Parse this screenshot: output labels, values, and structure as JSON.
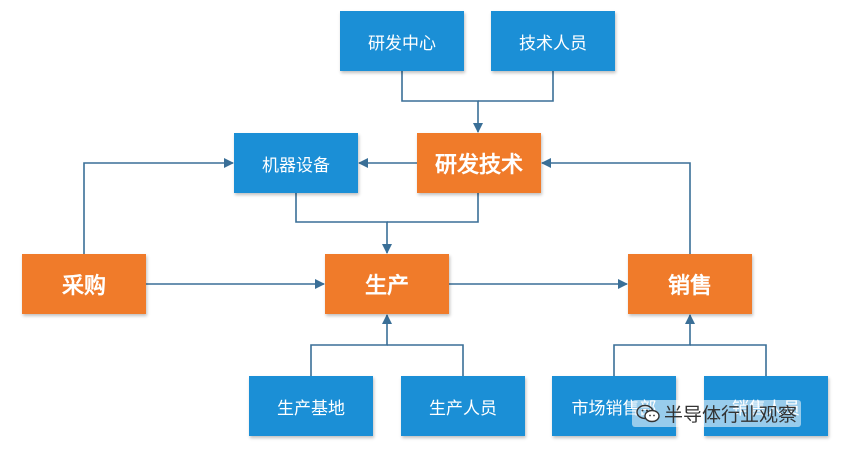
{
  "nodes": {
    "rd_center": "研发中心",
    "tech_staff": "技术人员",
    "machinery": "机器设备",
    "rd_tech": "研发技术",
    "purchase": "采购",
    "production": "生产",
    "sales": "销售",
    "prod_base": "生产基地",
    "prod_staff": "生产人员",
    "mkt_dept": "市场销售部",
    "sales_staff": "销售人员"
  },
  "watermark": {
    "text": "半导体行业观察",
    "icon": "wechat-icon"
  },
  "colors": {
    "blue_box": "#1b8fd6",
    "orange_box": "#f07b2a",
    "connector": "#3a6f97",
    "text": "#ffffff"
  }
}
